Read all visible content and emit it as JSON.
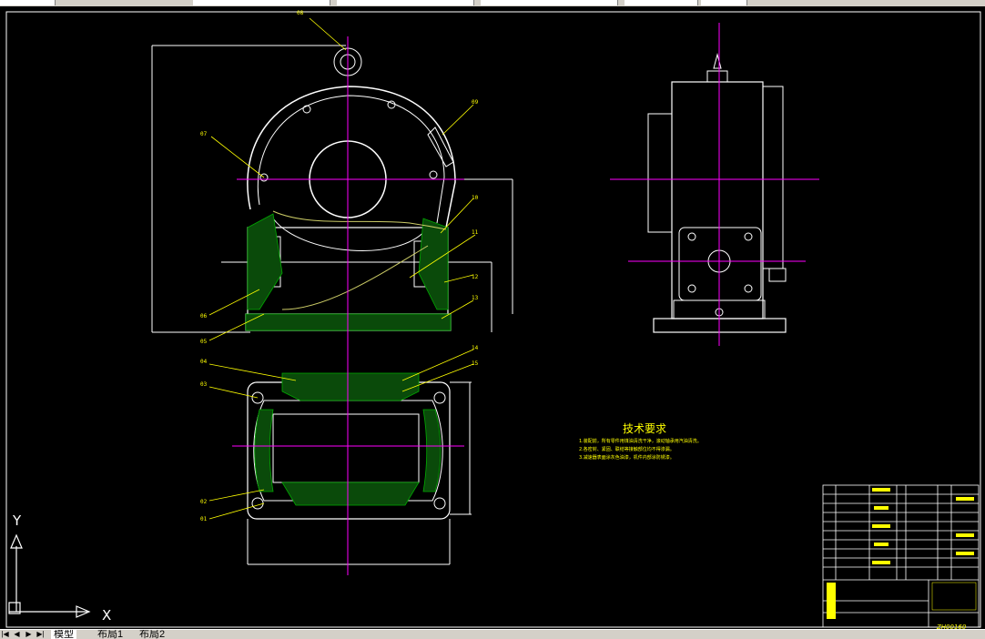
{
  "tabs": {
    "model": "模型",
    "layout1": "布局1",
    "layout2": "布局2"
  },
  "ucs": {
    "x": "X",
    "y": "Y"
  },
  "technical_requirements": {
    "title": "技术要求",
    "items": [
      "1.装配前，所有零件用煤油清洗干净，滚动轴承用汽油清洗。",
      "2.各密封、紧固、联结等接触部位均不得渗漏。",
      "3.减速器表面涂灰色油漆，机件内部涂防锈漆。"
    ]
  },
  "part_labels": [
    "08",
    "09",
    "07",
    "10",
    "11",
    "12",
    "13",
    "06",
    "05",
    "04",
    "03",
    "14",
    "15",
    "02",
    "01"
  ],
  "title_block": {
    "drawing_no": "ZH00160"
  },
  "colors": {
    "background": "#000000",
    "outline": "#ffffff",
    "centerline": "#ff00ff",
    "hatch": "#00aa00",
    "dimension": "#ffffff",
    "leader": "#ffff00"
  }
}
